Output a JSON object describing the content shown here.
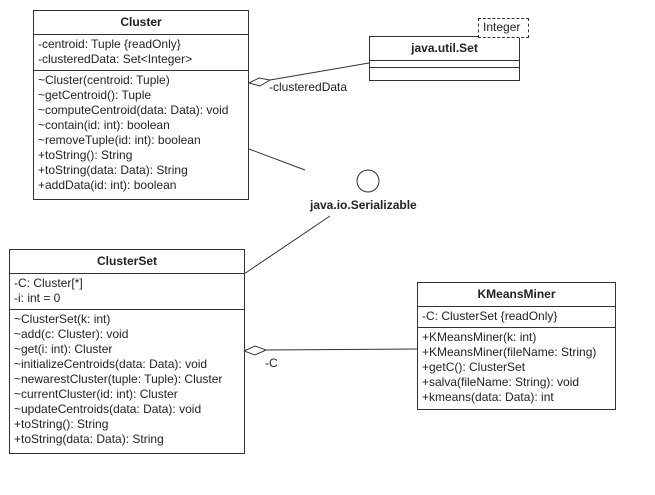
{
  "cluster": {
    "name": "Cluster",
    "attributes": [
      "-centroid: Tuple {readOnly}",
      "-clusteredData: Set<Integer>"
    ],
    "operations": [
      "~Cluster(centroid: Tuple)",
      "~getCentroid(): Tuple",
      "~computeCentroid(data: Data): void",
      "~contain(id: int): boolean",
      "~removeTuple(id: int): boolean",
      "+toString(): String",
      "+toString(data: Data): String",
      "+addData(id: int): boolean"
    ]
  },
  "javaSet": {
    "name": "java.util.Set",
    "template": "Integer"
  },
  "clusterSet": {
    "name": "ClusterSet",
    "attributes": [
      "-C: Cluster[*]",
      "-i: int = 0"
    ],
    "operations": [
      "~ClusterSet(k: int)",
      "~add(c: Cluster): void",
      "~get(i: int): Cluster",
      "~initializeCentroids(data: Data): void",
      "~newarestCluster(tuple: Tuple): Cluster",
      "~currentCluster(id: int): Cluster",
      "~updateCentroids(data: Data): void",
      "+toString(): String",
      "+toString(data: Data): String"
    ]
  },
  "kmeansMiner": {
    "name": "KMeansMiner",
    "attributes": [
      "-C: ClusterSet {readOnly}"
    ],
    "operations": [
      "+KMeansMiner(k: int)",
      "+KMeansMiner(fileName: String)",
      "+getC(): ClusterSet",
      "+salva(fileName: String): void",
      "+kmeans(data: Data): int"
    ]
  },
  "serializable": {
    "name": "java.io.Serializable"
  },
  "associations": {
    "clusteredData": "-clusteredData",
    "c": "-C"
  }
}
